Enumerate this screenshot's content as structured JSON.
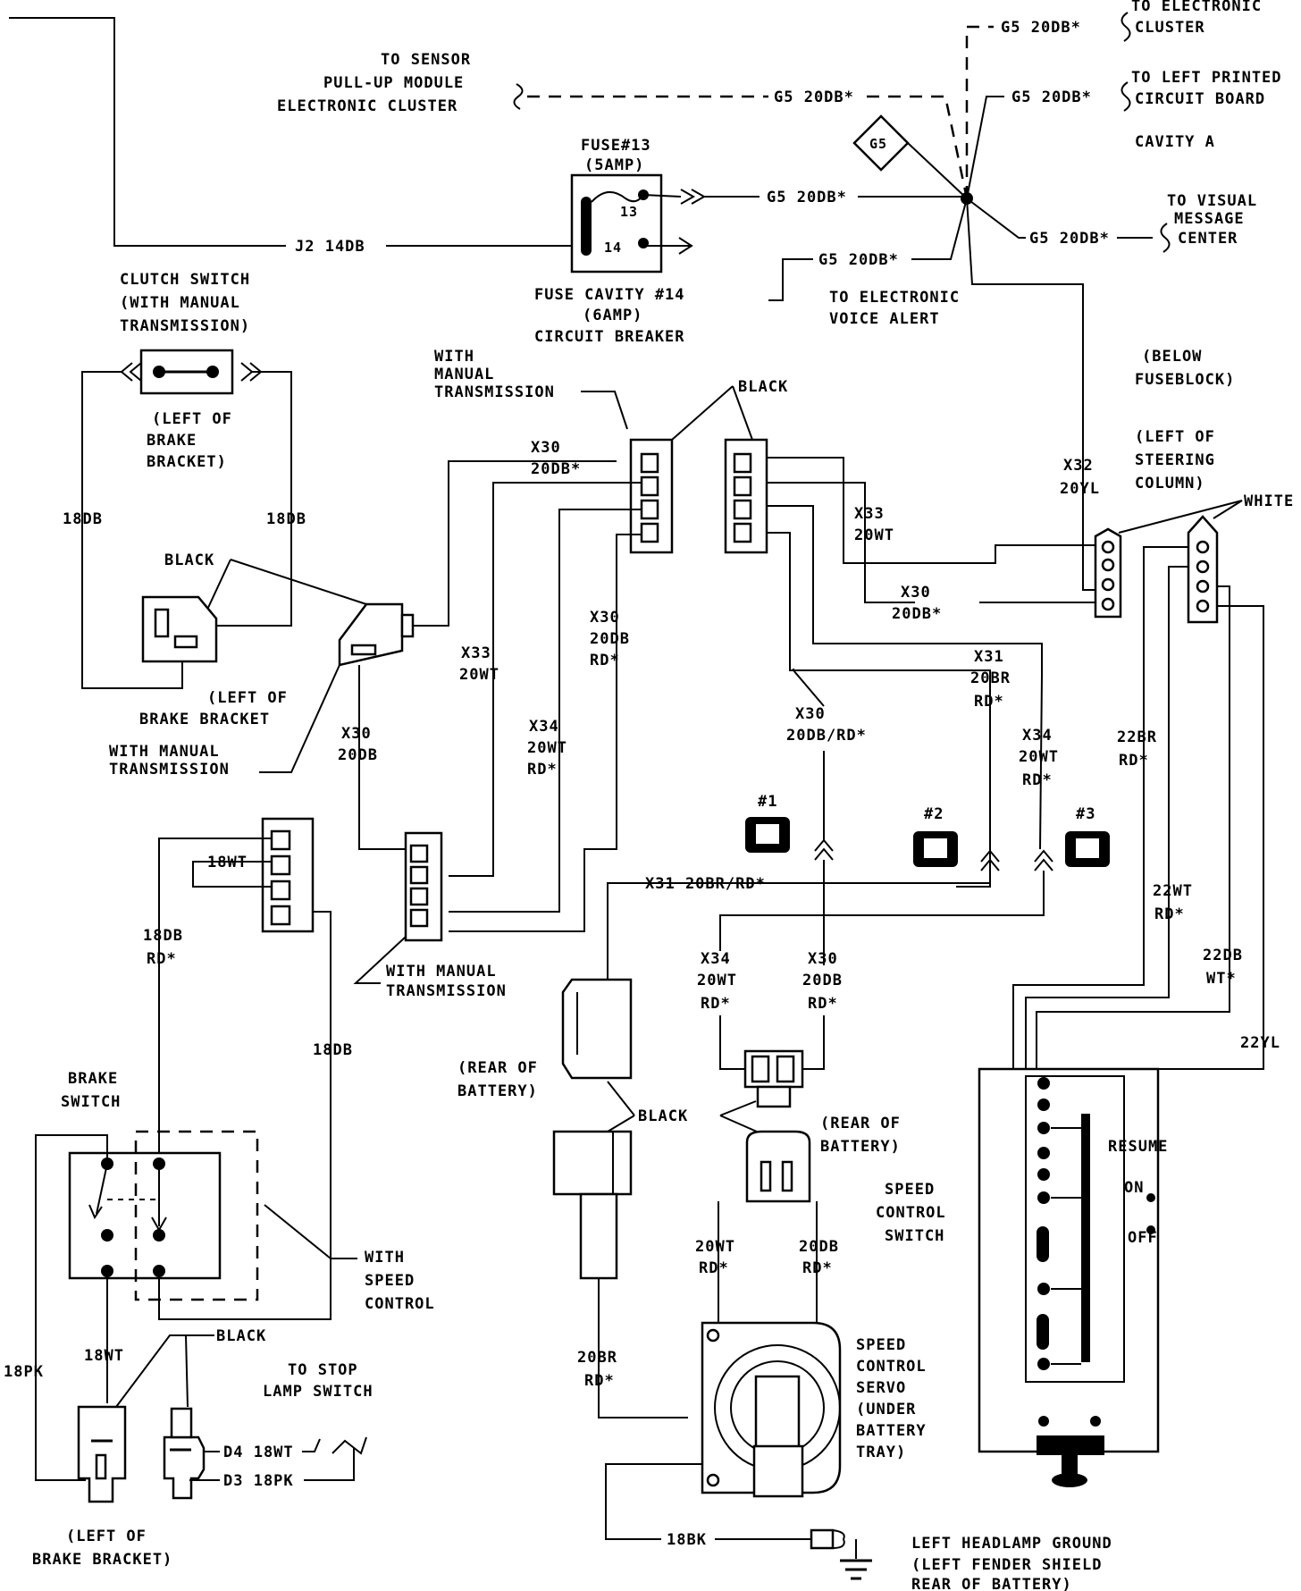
{
  "labels": {
    "to_electronic_cluster": "TO ELECTRONIC CLUSTER",
    "to_left_printed_circuit_board": "TO LEFT PRINTED CIRCUIT BOARD",
    "cavity_a": "CAVITY A",
    "to_visual_message_center": "TO VISUAL MESSAGE CENTER",
    "to_sensor_pullup": "TO SENSOR PULL-UP MODULE ELECTRONIC CLUSTER",
    "g5_a": "G5 20DB*",
    "g5_b": "G5 20DB*",
    "g5_c": "G5 20DB*",
    "g5_d": "G5 20DB*",
    "g5_e": "G5 20DB*",
    "g5_f": "G5 20DB*",
    "g5_diamond": "G5",
    "fuse13": "FUSE#13",
    "fuse13_amp": "(5AMP)",
    "fuse_13_num": "13",
    "fuse_14_num": "14",
    "fuse_cavity_14": "FUSE CAVITY #14",
    "fuse_cavity_amp": "(6AMP)",
    "circuit_breaker": "CIRCUIT BREAKER",
    "j2": "J2 14DB",
    "to_electronic_voice_alert": "TO ELECTRONIC VOICE ALERT",
    "clutch_switch": "CLUTCH SWITCH (WITH MANUAL TRANSMISSION)",
    "left_of_brake_bracket_1": "(LEFT OF BRAKE BRACKET)",
    "wire_18db_l": "18DB",
    "wire_18db_r": "18DB",
    "black_1": "BLACK",
    "left_of_brake_bracket_2": "(LEFT OF BRAKE BRACKET)",
    "with_manual_trans_1": "WITH MANUAL TRANSMISSION",
    "with_manual_trans_2": "WITH MANUAL TRANSMISSION",
    "with_manual_trans_3": "WITH MANUAL TRANSMISSION",
    "black_2": "BLACK",
    "x30_20db_a": "X30 20DB*",
    "x30_20db_rd": "X30 20DB RD*",
    "x33_20wt": "X33 20WT",
    "x34_20wt_rd": "X34 20WT RD*",
    "x30_20db_b": "X30 20DB",
    "x33_20wt_r": "X33 20WT",
    "x30_20db_r": "X30 20DB*",
    "x30_20db_rd_mid": "X30 20DB/RD*",
    "x31_20br_rd": "X31 20BR RD*",
    "x34_20wt_rd_r": "X34 20WT RD*",
    "x32_20yl": "X32 20YL",
    "below_fuseblock": "(BELOW FUSEBLOCK)",
    "left_of_steering": "(LEFT OF STEERING COLUMN)",
    "white": "WHITE",
    "conn_1": "#1",
    "conn_2": "#2",
    "conn_3": "#3",
    "x31_20br_rd_h": "X31 20BR/RD*",
    "x34_20wt_rd_low": "X34 20WT RD*",
    "x30_20db_rd_low": "X30 20DB RD*",
    "wire_18wt_top": "18WT",
    "wire_18db_rd": "18DB RD*",
    "wire_18db_v": "18DB",
    "wire_22br_rd": "22BR RD*",
    "wire_22wt_rd": "22WT RD*",
    "wire_22db_wt": "22DB WT*",
    "wire_22yl": "22YL",
    "rear_of_battery_1": "(REAR OF BATTERY)",
    "rear_of_battery_2": "(REAR OF BATTERY)",
    "black_3": "BLACK",
    "brake_switch": "BRAKE SWITCH",
    "with_speed_control": "WITH SPEED CONTROL",
    "wire_18wt": "18WT",
    "wire_18pk": "18PK",
    "black_4": "BLACK",
    "to_stop_lamp_switch": "TO STOP LAMP SWITCH",
    "d4": "D4 18WT",
    "d3": "D3 18PK",
    "left_of_brake_bracket_3": "(LEFT OF BRAKE BRACKET)",
    "wire_20wt_rd": "20WT RD*",
    "wire_20db_rd": "20DB RD*",
    "wire_20br_rd": "20BR RD*",
    "speed_control_switch": "SPEED CONTROL SWITCH",
    "resume": "RESUME",
    "on": "ON",
    "off": "OFF",
    "speed_control_servo": "SPEED CONTROL SERVO (UNDER BATTERY TRAY)",
    "wire_18bk": "18BK",
    "left_headlamp_ground": "LEFT HEADLAMP GROUND (LEFT FENDER SHIELD REAR OF BATTERY)"
  }
}
